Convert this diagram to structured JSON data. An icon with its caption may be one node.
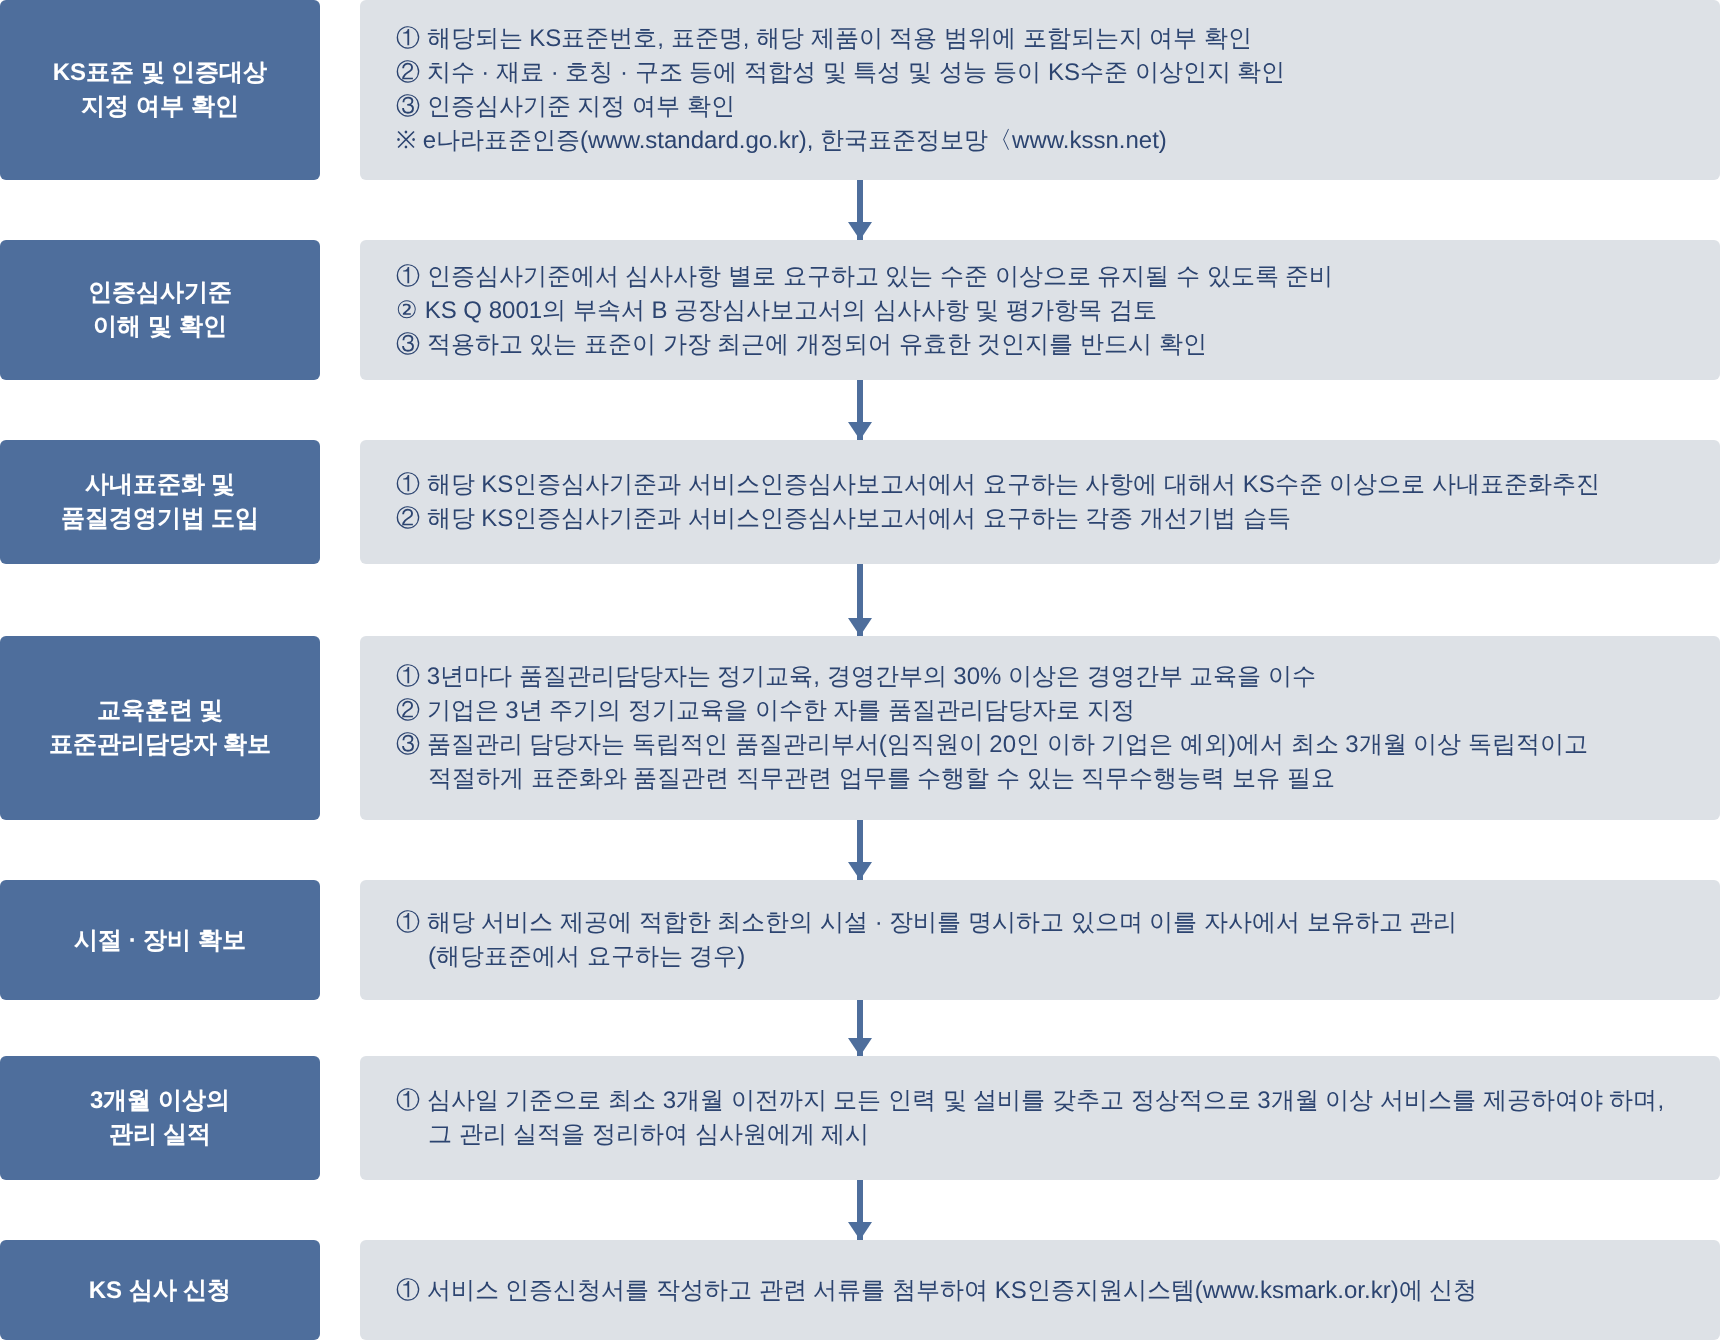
{
  "diagram": {
    "nodes": [
      {
        "text": [
          "KS표준 및 인증대상 지정 여부 확인"
        ]
      },
      {
        "text": [
          "① 해당되는 KS표준번호, 표준명, 해당 제품이 적용 범위에 포함되는지 여부 확인",
          "② 치수 · 재료 · 호칭 · 구조 등에 적합성 및 특성 및 성능 등이 KS수준 이상인지 확인",
          "③ 인증심사기준 지정 여부 확인",
          "※ e나라표준인증(www.standard.go.kr), 한국표준정보망〈www.kssn.net)"
        ]
      },
      {
        "text": [
          "인증심사기준 이해 및 확인"
        ]
      },
      {
        "text": [
          "① 인증심사기준에서 심사사항 별로 요구하고 있는 수준 이상으로 유지될 수 있도록 준비",
          "② KS Q 8001의 부속서 B 공장심사보고서의 심사사항 및 평가항목 검토",
          "③ 적용하고 있는 표준이 가장 최근에 개정되어 유효한 것인지를 반드시 확인"
        ]
      },
      {
        "text": [
          "사내표준화 및 품질경영기법 도입"
        ]
      },
      {
        "text": [
          "① 해당 KS인증심사기준과 서비스인증심사보고서에서 요구하는 사항에 대해서 KS수준 이상으로 사내표준화추진",
          "② 해당 KS인증심사기준과 서비스인증심사보고서에서 요구하는 각종 개선기법 습득"
        ]
      },
      {
        "text": [
          "교육훈련 및 표준관리담당자 확보"
        ]
      },
      {
        "text": [
          "① 3년마다 품질관리담당자는 정기교육, 경영간부의 30% 이상은 경영간부 교육을 이수",
          "② 기업은 3년 주기의 정기교육을 이수한 자를 품질관리담당자로 지정",
          "③ 품질관리 담당자는 독립적인 품질관리부서(임직원이 20인 이하 기업은 예외)에서 최소 3개월 이상 독립적이고 적절하게 표준화와 품질관련 직무관련 업무를 수행할 수 있는 직무수행능력 보유 필요"
        ]
      },
      {
        "text": [
          "시절 · 장비 확보"
        ]
      },
      {
        "text": [
          "① 해당 서비스 제공에 적합한 최소한의 시설 · 장비를 명시하고 있으며 이를 자사에서 보유하고 관리 (해당표준에서 요구하는 경우)"
        ]
      },
      {
        "text": [
          "3개월 이상의 관리 실적"
        ]
      },
      {
        "text": [
          "① 심사일 기준으로 최소 3개월 이전까지 모든 인력 및 설비를 갖추고 정상적으로 3개월 이상 서비스를 제공하여야 하며, 그 관리 실적을 정리하여 심사원에게 제시"
        ]
      },
      {
        "text": [
          "KS 심사 신청"
        ]
      },
      {
        "text": [
          "① 서비스 인증신청서를 작성하고 관련 서류를 첨부하여 KS인증지원시스템(www.ksmark.or.kr)에 신청"
        ]
      }
    ],
    "edges": [
      {
        "from": 1,
        "to": 3,
        "arrow": "to"
      },
      {
        "from": 3,
        "to": 5,
        "arrow": "to"
      },
      {
        "from": 5,
        "to": 7,
        "arrow": "to"
      },
      {
        "from": 7,
        "to": 9,
        "arrow": "to"
      },
      {
        "from": 9,
        "to": 11,
        "arrow": "to"
      },
      {
        "from": 11,
        "to": 13,
        "arrow": "to"
      }
    ]
  }
}
